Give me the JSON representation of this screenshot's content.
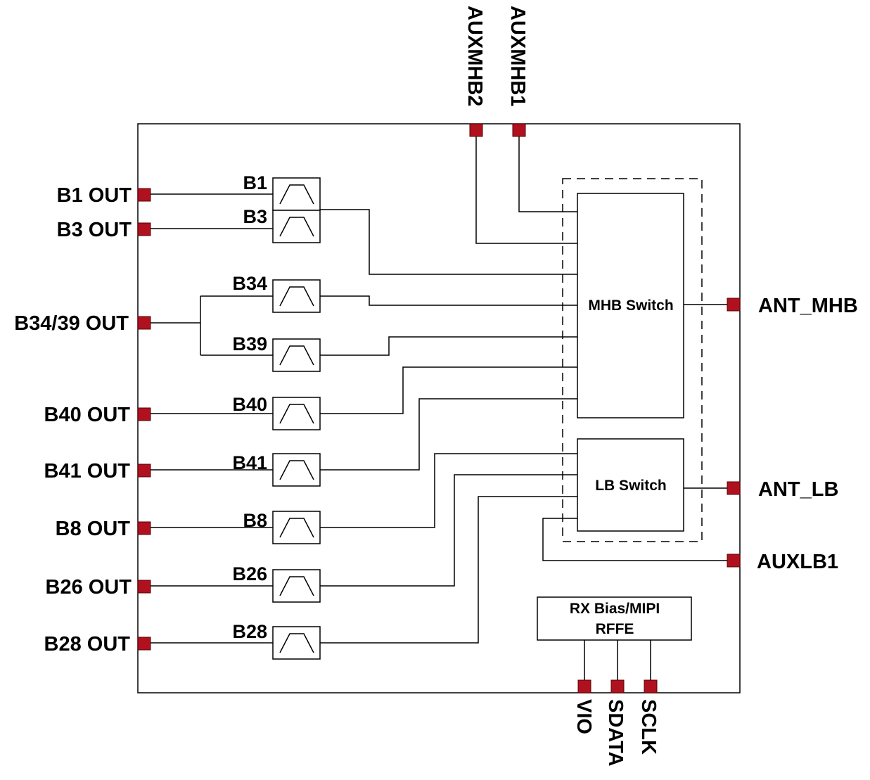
{
  "chip": {
    "top_pins": [
      "AUXMHB2",
      "AUXMHB1"
    ],
    "left_pins": [
      "B1 OUT",
      "B3 OUT",
      "B34/39 OUT",
      "B40 OUT",
      "B41 OUT",
      "B8 OUT",
      "B26 OUT",
      "B28 OUT"
    ],
    "right_pins": [
      "ANT_MHB",
      "ANT_LB",
      "AUXLB1"
    ],
    "bottom_pins": [
      "VIO",
      "SDATA",
      "SCLK"
    ]
  },
  "filters": [
    "B1",
    "B3",
    "B34",
    "B39",
    "B40",
    "B41",
    "B8",
    "B26",
    "B28"
  ],
  "blocks": {
    "mhb_switch": "MHB Switch",
    "lb_switch": "LB Switch",
    "control_line1": "RX Bias/MIPI",
    "control_line2": "RFFE"
  },
  "colors": {
    "pad": "#b0111e",
    "line": "#000000"
  }
}
